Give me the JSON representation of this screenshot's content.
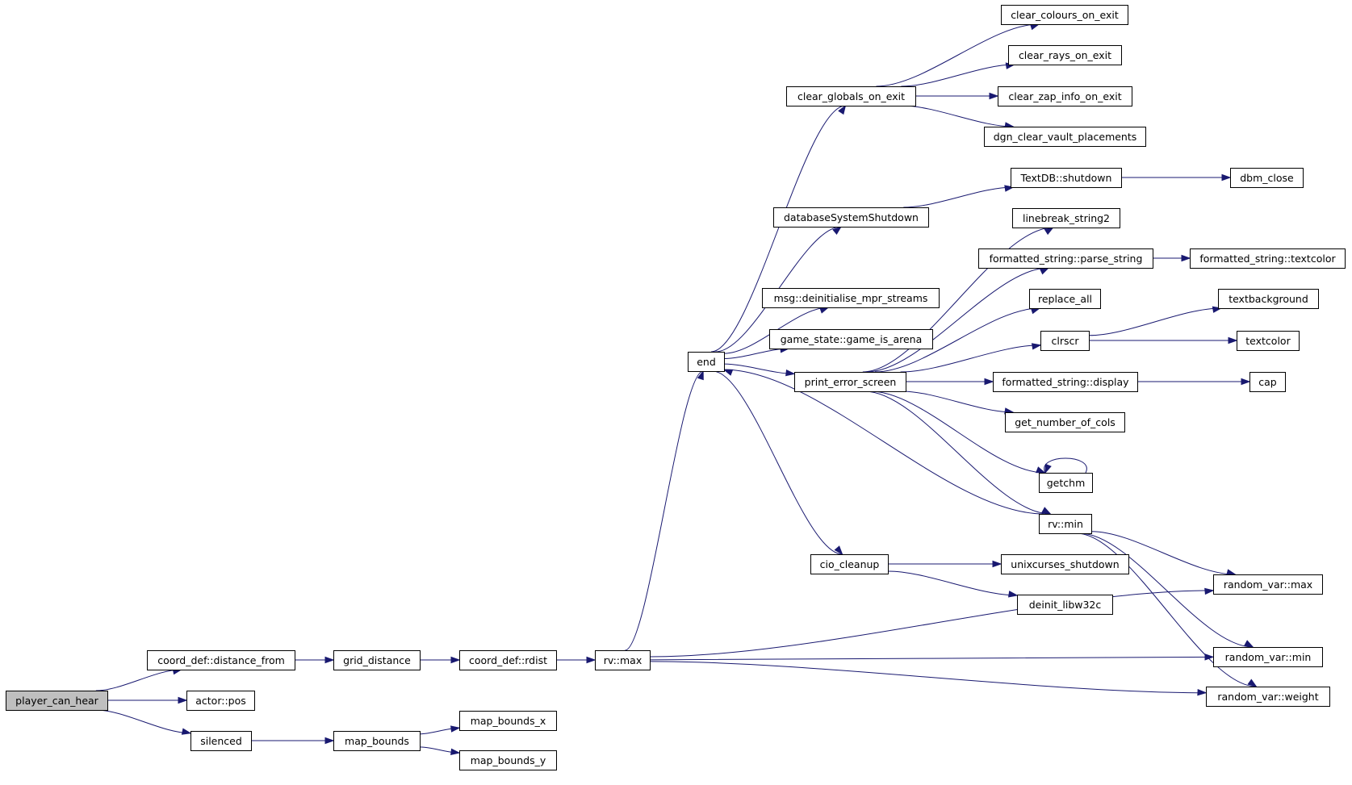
{
  "colors": {
    "edge": "#191970",
    "root_fill": "#bfbfbf",
    "node_fill": "#ffffff",
    "node_border": "#000000"
  },
  "nodes": [
    {
      "id": "player_can_hear",
      "label": "player_can_hear",
      "root": true
    },
    {
      "id": "coord_def_distance_from",
      "label": "coord_def::distance_from"
    },
    {
      "id": "actor_pos",
      "label": "actor::pos"
    },
    {
      "id": "silenced",
      "label": "silenced"
    },
    {
      "id": "grid_distance",
      "label": "grid_distance"
    },
    {
      "id": "coord_def_rdist",
      "label": "coord_def::rdist"
    },
    {
      "id": "rv_max",
      "label": "rv::max"
    },
    {
      "id": "map_bounds",
      "label": "map_bounds"
    },
    {
      "id": "map_bounds_x",
      "label": "map_bounds_x"
    },
    {
      "id": "map_bounds_y",
      "label": "map_bounds_y"
    },
    {
      "id": "end",
      "label": "end"
    },
    {
      "id": "random_var_max",
      "label": "random_var::max"
    },
    {
      "id": "random_var_min",
      "label": "random_var::min"
    },
    {
      "id": "random_var_weight",
      "label": "random_var::weight"
    },
    {
      "id": "clear_globals_on_exit",
      "label": "clear_globals_on_exit"
    },
    {
      "id": "databaseSystemShutdown",
      "label": "databaseSystemShutdown"
    },
    {
      "id": "msg_deinitialise_mpr_streams",
      "label": "msg::deinitialise_mpr_streams"
    },
    {
      "id": "game_state_game_is_arena",
      "label": "game_state::game_is_arena"
    },
    {
      "id": "print_error_screen",
      "label": "print_error_screen"
    },
    {
      "id": "cio_cleanup",
      "label": "cio_cleanup"
    },
    {
      "id": "clear_colours_on_exit",
      "label": "clear_colours_on_exit"
    },
    {
      "id": "clear_rays_on_exit",
      "label": "clear_rays_on_exit"
    },
    {
      "id": "clear_zap_info_on_exit",
      "label": "clear_zap_info_on_exit"
    },
    {
      "id": "dgn_clear_vault_placements",
      "label": "dgn_clear_vault_placements"
    },
    {
      "id": "TextDB_shutdown",
      "label": "TextDB::shutdown"
    },
    {
      "id": "dbm_close",
      "label": "dbm_close"
    },
    {
      "id": "linebreak_string2",
      "label": "linebreak_string2"
    },
    {
      "id": "formatted_string_parse_string",
      "label": "formatted_string::parse_string"
    },
    {
      "id": "formatted_string_textcolor",
      "label": "formatted_string::textcolor"
    },
    {
      "id": "replace_all",
      "label": "replace_all"
    },
    {
      "id": "clrscr",
      "label": "clrscr"
    },
    {
      "id": "textbackground",
      "label": "textbackground"
    },
    {
      "id": "textcolor",
      "label": "textcolor"
    },
    {
      "id": "formatted_string_display",
      "label": "formatted_string::display"
    },
    {
      "id": "cap",
      "label": "cap"
    },
    {
      "id": "get_number_of_cols",
      "label": "get_number_of_cols"
    },
    {
      "id": "getchm",
      "label": "getchm"
    },
    {
      "id": "rv_min",
      "label": "rv::min"
    },
    {
      "id": "unixcurses_shutdown",
      "label": "unixcurses_shutdown"
    },
    {
      "id": "deinit_libw32c",
      "label": "deinit_libw32c"
    }
  ],
  "edges": [
    [
      "player_can_hear",
      "coord_def_distance_from"
    ],
    [
      "player_can_hear",
      "actor_pos"
    ],
    [
      "player_can_hear",
      "silenced"
    ],
    [
      "coord_def_distance_from",
      "grid_distance"
    ],
    [
      "grid_distance",
      "coord_def_rdist"
    ],
    [
      "coord_def_rdist",
      "rv_max"
    ],
    [
      "silenced",
      "map_bounds"
    ],
    [
      "map_bounds",
      "map_bounds_x"
    ],
    [
      "map_bounds",
      "map_bounds_y"
    ],
    [
      "rv_max",
      "end"
    ],
    [
      "rv_max",
      "random_var_max"
    ],
    [
      "rv_max",
      "random_var_min"
    ],
    [
      "rv_max",
      "random_var_weight"
    ],
    [
      "end",
      "clear_globals_on_exit"
    ],
    [
      "end",
      "databaseSystemShutdown"
    ],
    [
      "end",
      "msg_deinitialise_mpr_streams"
    ],
    [
      "end",
      "game_state_game_is_arena"
    ],
    [
      "end",
      "print_error_screen"
    ],
    [
      "end",
      "cio_cleanup"
    ],
    [
      "clear_globals_on_exit",
      "clear_colours_on_exit"
    ],
    [
      "clear_globals_on_exit",
      "clear_rays_on_exit"
    ],
    [
      "clear_globals_on_exit",
      "clear_zap_info_on_exit"
    ],
    [
      "clear_globals_on_exit",
      "dgn_clear_vault_placements"
    ],
    [
      "databaseSystemShutdown",
      "TextDB_shutdown"
    ],
    [
      "TextDB_shutdown",
      "dbm_close"
    ],
    [
      "print_error_screen",
      "linebreak_string2"
    ],
    [
      "print_error_screen",
      "formatted_string_parse_string"
    ],
    [
      "print_error_screen",
      "replace_all"
    ],
    [
      "print_error_screen",
      "clrscr"
    ],
    [
      "print_error_screen",
      "formatted_string_display"
    ],
    [
      "print_error_screen",
      "get_number_of_cols"
    ],
    [
      "print_error_screen",
      "getchm"
    ],
    [
      "print_error_screen",
      "rv_min"
    ],
    [
      "formatted_string_parse_string",
      "formatted_string_textcolor"
    ],
    [
      "clrscr",
      "textbackground"
    ],
    [
      "clrscr",
      "textcolor"
    ],
    [
      "formatted_string_display",
      "cap"
    ],
    [
      "getchm",
      "getchm"
    ],
    [
      "rv_min",
      "end"
    ],
    [
      "rv_min",
      "random_var_max"
    ],
    [
      "rv_min",
      "random_var_min"
    ],
    [
      "rv_min",
      "random_var_weight"
    ],
    [
      "cio_cleanup",
      "unixcurses_shutdown"
    ],
    [
      "cio_cleanup",
      "deinit_libw32c"
    ]
  ]
}
